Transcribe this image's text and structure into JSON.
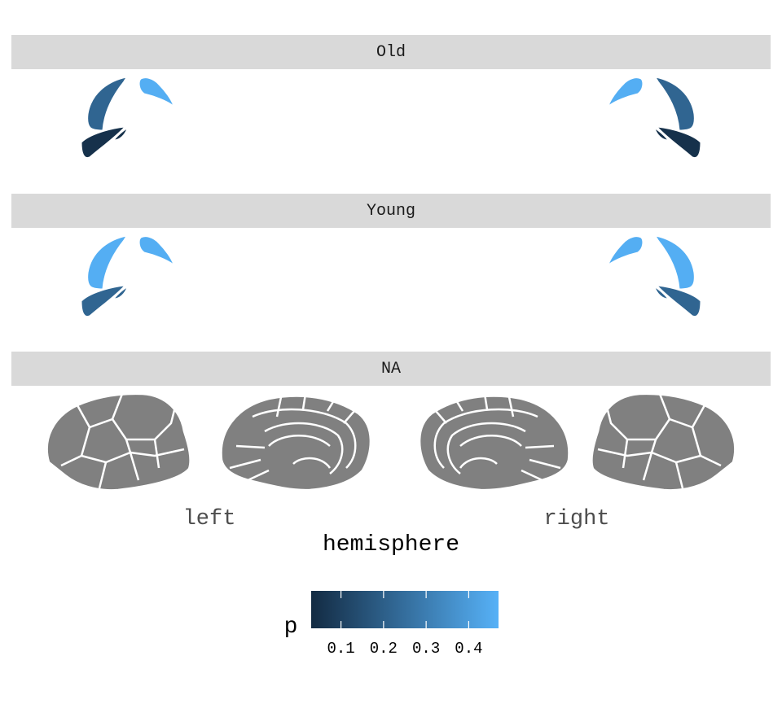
{
  "chart_data": {
    "type": "heatmap",
    "facets": [
      "Old",
      "Young",
      "NA"
    ],
    "x_tick_labels": [
      "left",
      "right"
    ],
    "xlabel": "hemisphere",
    "legend": {
      "title": "p",
      "ticks": [
        "0.1",
        "0.2",
        "0.3",
        "0.4"
      ],
      "tick_values": [
        0.1,
        0.2,
        0.3,
        0.4
      ],
      "range": [
        0.03,
        0.47
      ],
      "low_color": "#132b43",
      "high_color": "#56b1f7"
    },
    "regions": [
      {
        "facet": "Old",
        "hemisphere": "left",
        "region": "upper-lateral",
        "p": 0.22
      },
      {
        "facet": "Old",
        "hemisphere": "left",
        "region": "lower-lateral",
        "p": 0.05
      },
      {
        "facet": "Old",
        "hemisphere": "left",
        "region": "medial-front",
        "p": 0.46
      },
      {
        "facet": "Old",
        "hemisphere": "right",
        "region": "upper-lateral",
        "p": 0.22
      },
      {
        "facet": "Old",
        "hemisphere": "right",
        "region": "lower-lateral",
        "p": 0.05
      },
      {
        "facet": "Old",
        "hemisphere": "right",
        "region": "medial-front",
        "p": 0.46
      },
      {
        "facet": "Young",
        "hemisphere": "left",
        "region": "upper-lateral",
        "p": 0.46
      },
      {
        "facet": "Young",
        "hemisphere": "left",
        "region": "lower-lateral",
        "p": 0.22
      },
      {
        "facet": "Young",
        "hemisphere": "left",
        "region": "medial-front",
        "p": 0.46
      },
      {
        "facet": "Young",
        "hemisphere": "right",
        "region": "upper-lateral",
        "p": 0.46
      },
      {
        "facet": "Young",
        "hemisphere": "right",
        "region": "lower-lateral",
        "p": 0.22
      },
      {
        "facet": "Young",
        "hemisphere": "right",
        "region": "medial-front",
        "p": 0.46
      }
    ],
    "na_color": "#808080"
  }
}
